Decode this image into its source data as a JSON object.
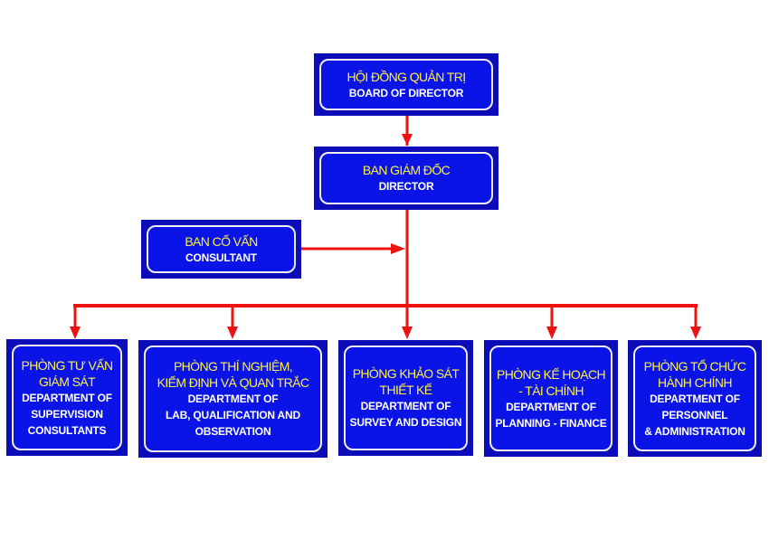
{
  "colors": {
    "box_outer": "#0c0cb8",
    "box_inner": "#0a14e6",
    "border": "#f0f0f0",
    "vietnamese_text": "#fff24a",
    "english_text": "#ffffff",
    "connector": "#ee1111"
  },
  "board": {
    "vn": "HỘI ĐỒNG QUẢN TRỊ",
    "en": "BOARD OF DIRECTOR"
  },
  "director": {
    "vn": "BAN GIÁM ĐỐC",
    "en": "DIRECTOR"
  },
  "consultant": {
    "vn": "BAN CỐ VẤN",
    "en": "CONSULTANT"
  },
  "departments": [
    {
      "vn": [
        "PHÒNG TƯ VẤN",
        "GIÁM SÁT"
      ],
      "en": [
        "DEPARTMENT OF",
        "SUPERVISION",
        "CONSULTANTS"
      ]
    },
    {
      "vn": [
        "PHÒNG THÍ NGHIỆM,",
        "KIỂM ĐỊNH VÀ QUAN TRẮC"
      ],
      "en": [
        "DEPARTMENT OF",
        "LAB, QUALIFICATION AND",
        "OBSERVATION"
      ]
    },
    {
      "vn": [
        "PHÒNG KHẢO SÁT",
        "THIẾT KẾ"
      ],
      "en": [
        "DEPARTMENT OF",
        "SURVEY AND DESIGN"
      ]
    },
    {
      "vn": [
        "PHÒNG KẾ HOẠCH",
        "- TÀI CHÍNH"
      ],
      "en": [
        "DEPARTMENT OF",
        "PLANNING - FINANCE"
      ]
    },
    {
      "vn": [
        "PHÒNG TỔ CHỨC",
        "HÀNH CHÍNH"
      ],
      "en": [
        "DEPARTMENT OF",
        "PERSONNEL",
        "& ADMINISTRATION"
      ]
    }
  ]
}
